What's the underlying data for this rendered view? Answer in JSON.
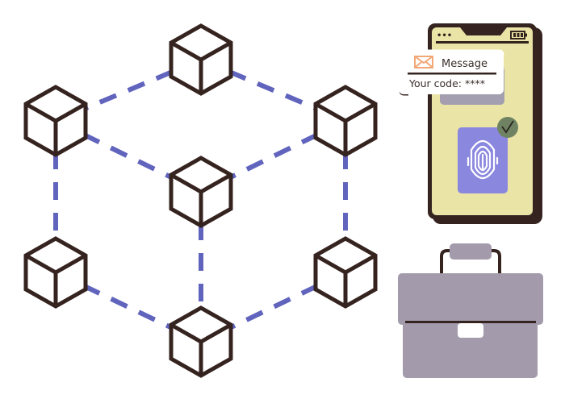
{
  "illustration": {
    "subject": "blockchain network with smartphone two-factor authentication and briefcase",
    "colors": {
      "outline": "#35231f",
      "dash": "#6064bd",
      "phone_screen": "#eae4a6",
      "phone_body": "#35231f",
      "block_gray": "#a39fb0",
      "fingerprint_bg": "#8a87df",
      "check_badge": "#6f8362",
      "envelope": "#f2a777",
      "briefcase": "#a39bab"
    }
  },
  "network": {
    "nodes": [
      {
        "id": "top",
        "label": "block"
      },
      {
        "id": "upper-left",
        "label": "block"
      },
      {
        "id": "upper-right",
        "label": "block"
      },
      {
        "id": "center",
        "label": "block"
      },
      {
        "id": "lower-left",
        "label": "block"
      },
      {
        "id": "lower-right",
        "label": "block"
      },
      {
        "id": "bottom",
        "label": "block"
      }
    ],
    "links": [
      [
        "top",
        "upper-left"
      ],
      [
        "top",
        "upper-right"
      ],
      [
        "upper-left",
        "center"
      ],
      [
        "upper-right",
        "center"
      ],
      [
        "upper-left",
        "lower-left"
      ],
      [
        "upper-right",
        "lower-right"
      ],
      [
        "center",
        "bottom"
      ],
      [
        "lower-left",
        "bottom"
      ],
      [
        "lower-right",
        "bottom"
      ]
    ]
  },
  "phone": {
    "status_dots": "•••",
    "notification": {
      "icon": "envelope-icon",
      "title": "Message",
      "code_text": "Your code: ****"
    },
    "fingerprint_icon": "fingerprint-icon",
    "verified_icon": "check-icon"
  },
  "briefcase": {
    "icon": "briefcase-icon"
  }
}
